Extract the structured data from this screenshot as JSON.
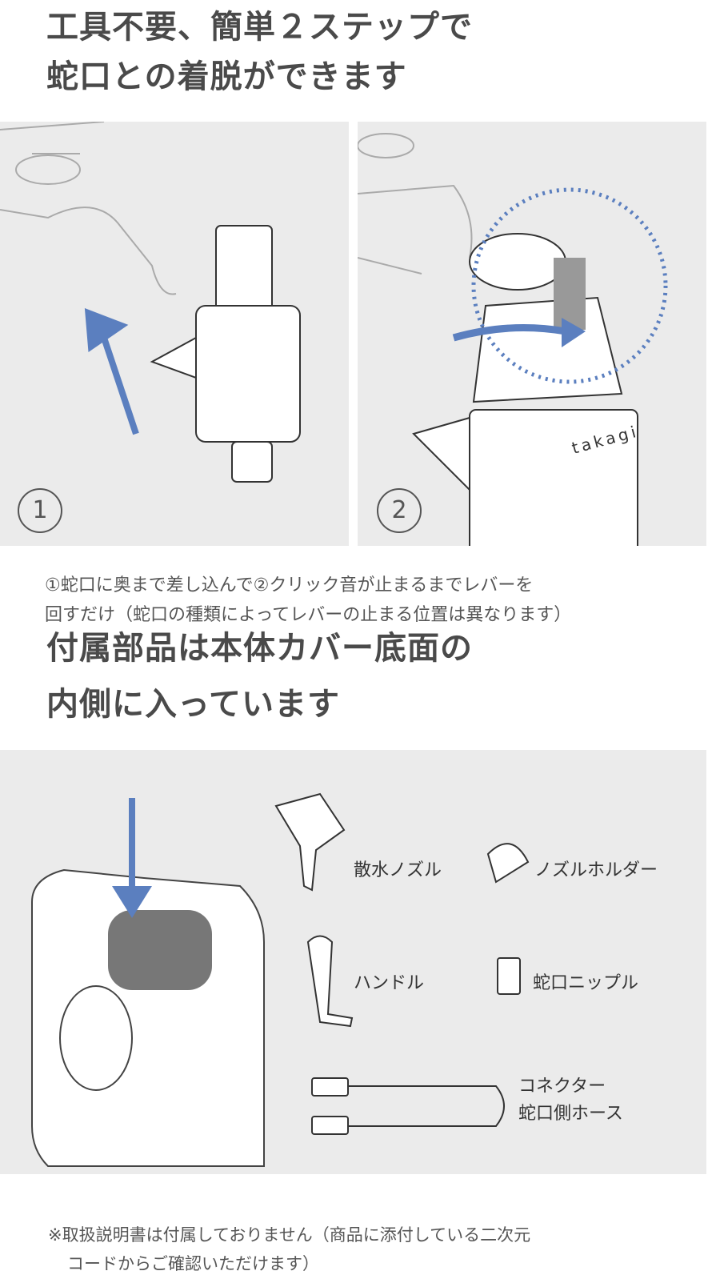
{
  "section1": {
    "title_line1": "工具不要、簡単２ステップで",
    "title_line2": "蛇口との着脱ができます"
  },
  "steps": [
    {
      "number": "1"
    },
    {
      "number": "2"
    }
  ],
  "brand_text": "takagi",
  "caption": {
    "line1": "①蛇口に奥まで差し込んで②クリック音が止まるまでレバーを",
    "line2": "回すだけ（蛇口の種類によってレバーの止まる位置は異なります）"
  },
  "section2": {
    "title_line1": "付属部品は本体カバー底面の",
    "title_line2": "内側に入っています"
  },
  "parts": [
    {
      "label": "散水ノズル"
    },
    {
      "label": "ノズルホルダー"
    },
    {
      "label": "ハンドル"
    },
    {
      "label": "蛇口ニップル"
    },
    {
      "label_line1": "コネクター",
      "label_line2": "蛇口側ホース"
    }
  ],
  "note": {
    "line1": "※取扱説明書は付属しておりません（商品に添付している二次元",
    "line2": "コードからご確認いただけます）"
  },
  "colors": {
    "accent": "#5b7fbf",
    "panel": "#ebebeb",
    "text": "#4a4a4a"
  }
}
